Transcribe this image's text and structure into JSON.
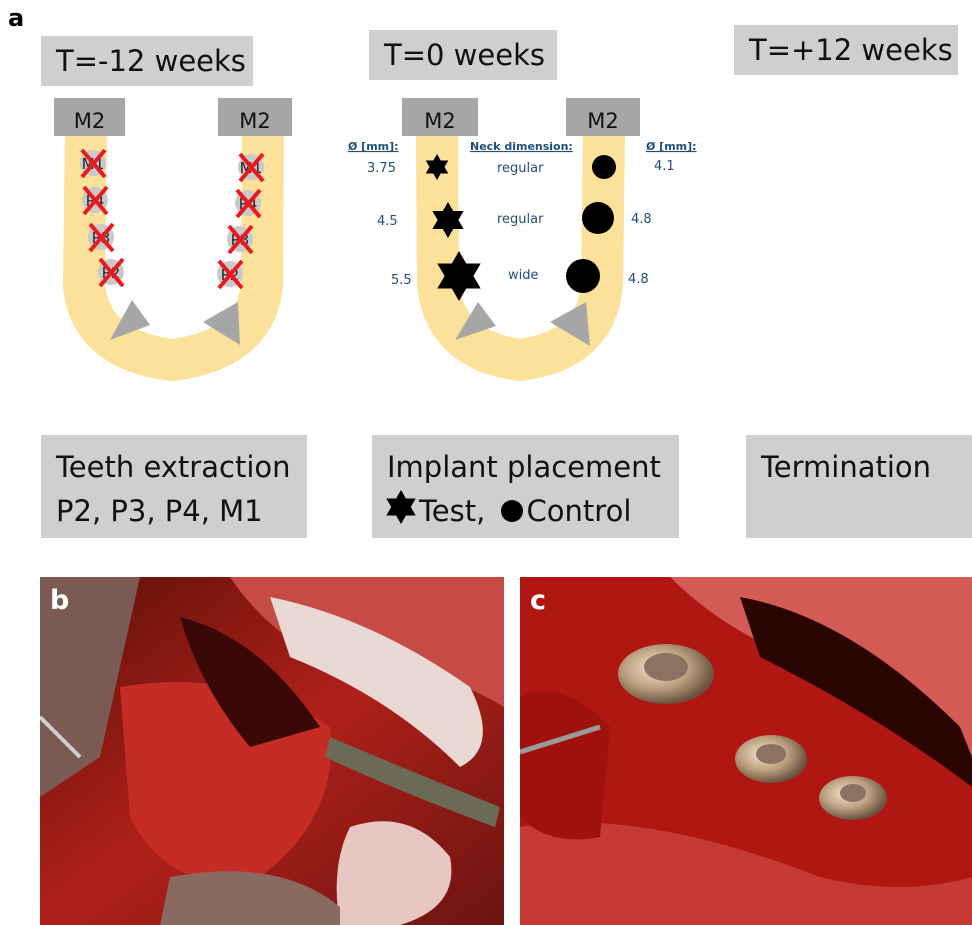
{
  "panels": {
    "a": "a",
    "b": "b",
    "c": "c"
  },
  "timeline": [
    {
      "title": "T=-12 weeks",
      "caption_line1": "Teeth extraction",
      "caption_line2": "P2, P3, P4, M1"
    },
    {
      "title": "T=0 weeks",
      "caption_line1": "Implant placement",
      "caption_test": "Test,",
      "caption_control": "Control"
    },
    {
      "title": "T=+12 weeks",
      "caption_line1": "Termination"
    }
  ],
  "jaw1": {
    "molar_left": "M2",
    "molar_right": "M2",
    "teeth_left": [
      "M1",
      "P4",
      "P3",
      "P2"
    ],
    "teeth_right": [
      "M1",
      "P4",
      "P3",
      "P2"
    ]
  },
  "jaw2": {
    "molar_left": "M2",
    "molar_right": "M2",
    "diam_header_left": "Ø [mm]:",
    "neck_header": "Neck dimension:",
    "diam_header_right": "Ø [mm]:",
    "rows": [
      {
        "test_diam": "3.75",
        "neck": "regular",
        "control_diam": "4.1"
      },
      {
        "test_diam": "4.5",
        "neck": "regular",
        "control_diam": "4.8"
      },
      {
        "test_diam": "5.5",
        "neck": "wide",
        "control_diam": "4.8"
      }
    ]
  },
  "colors": {
    "jaw": "#fbe19a",
    "box": "#d0cfcf",
    "molar": "#a6a6a6",
    "tooth": "#c9c9c9",
    "cross": "#e8191f",
    "label_blue": "#1f4e79",
    "arrow": "#a6a6a6"
  }
}
